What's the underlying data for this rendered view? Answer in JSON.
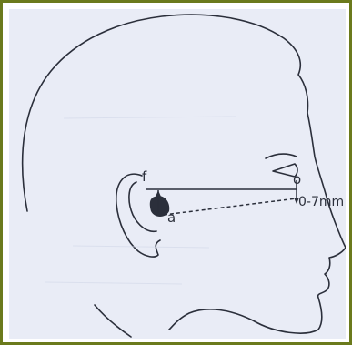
{
  "diagram": {
    "labels": {
      "point_f": "f",
      "point_a": "a",
      "point_o": "o",
      "measurement": "0-7mm"
    },
    "colors": {
      "border": "#6b7a1c",
      "paper": "#e9ecf6",
      "ink": "#2b2f3b"
    }
  }
}
